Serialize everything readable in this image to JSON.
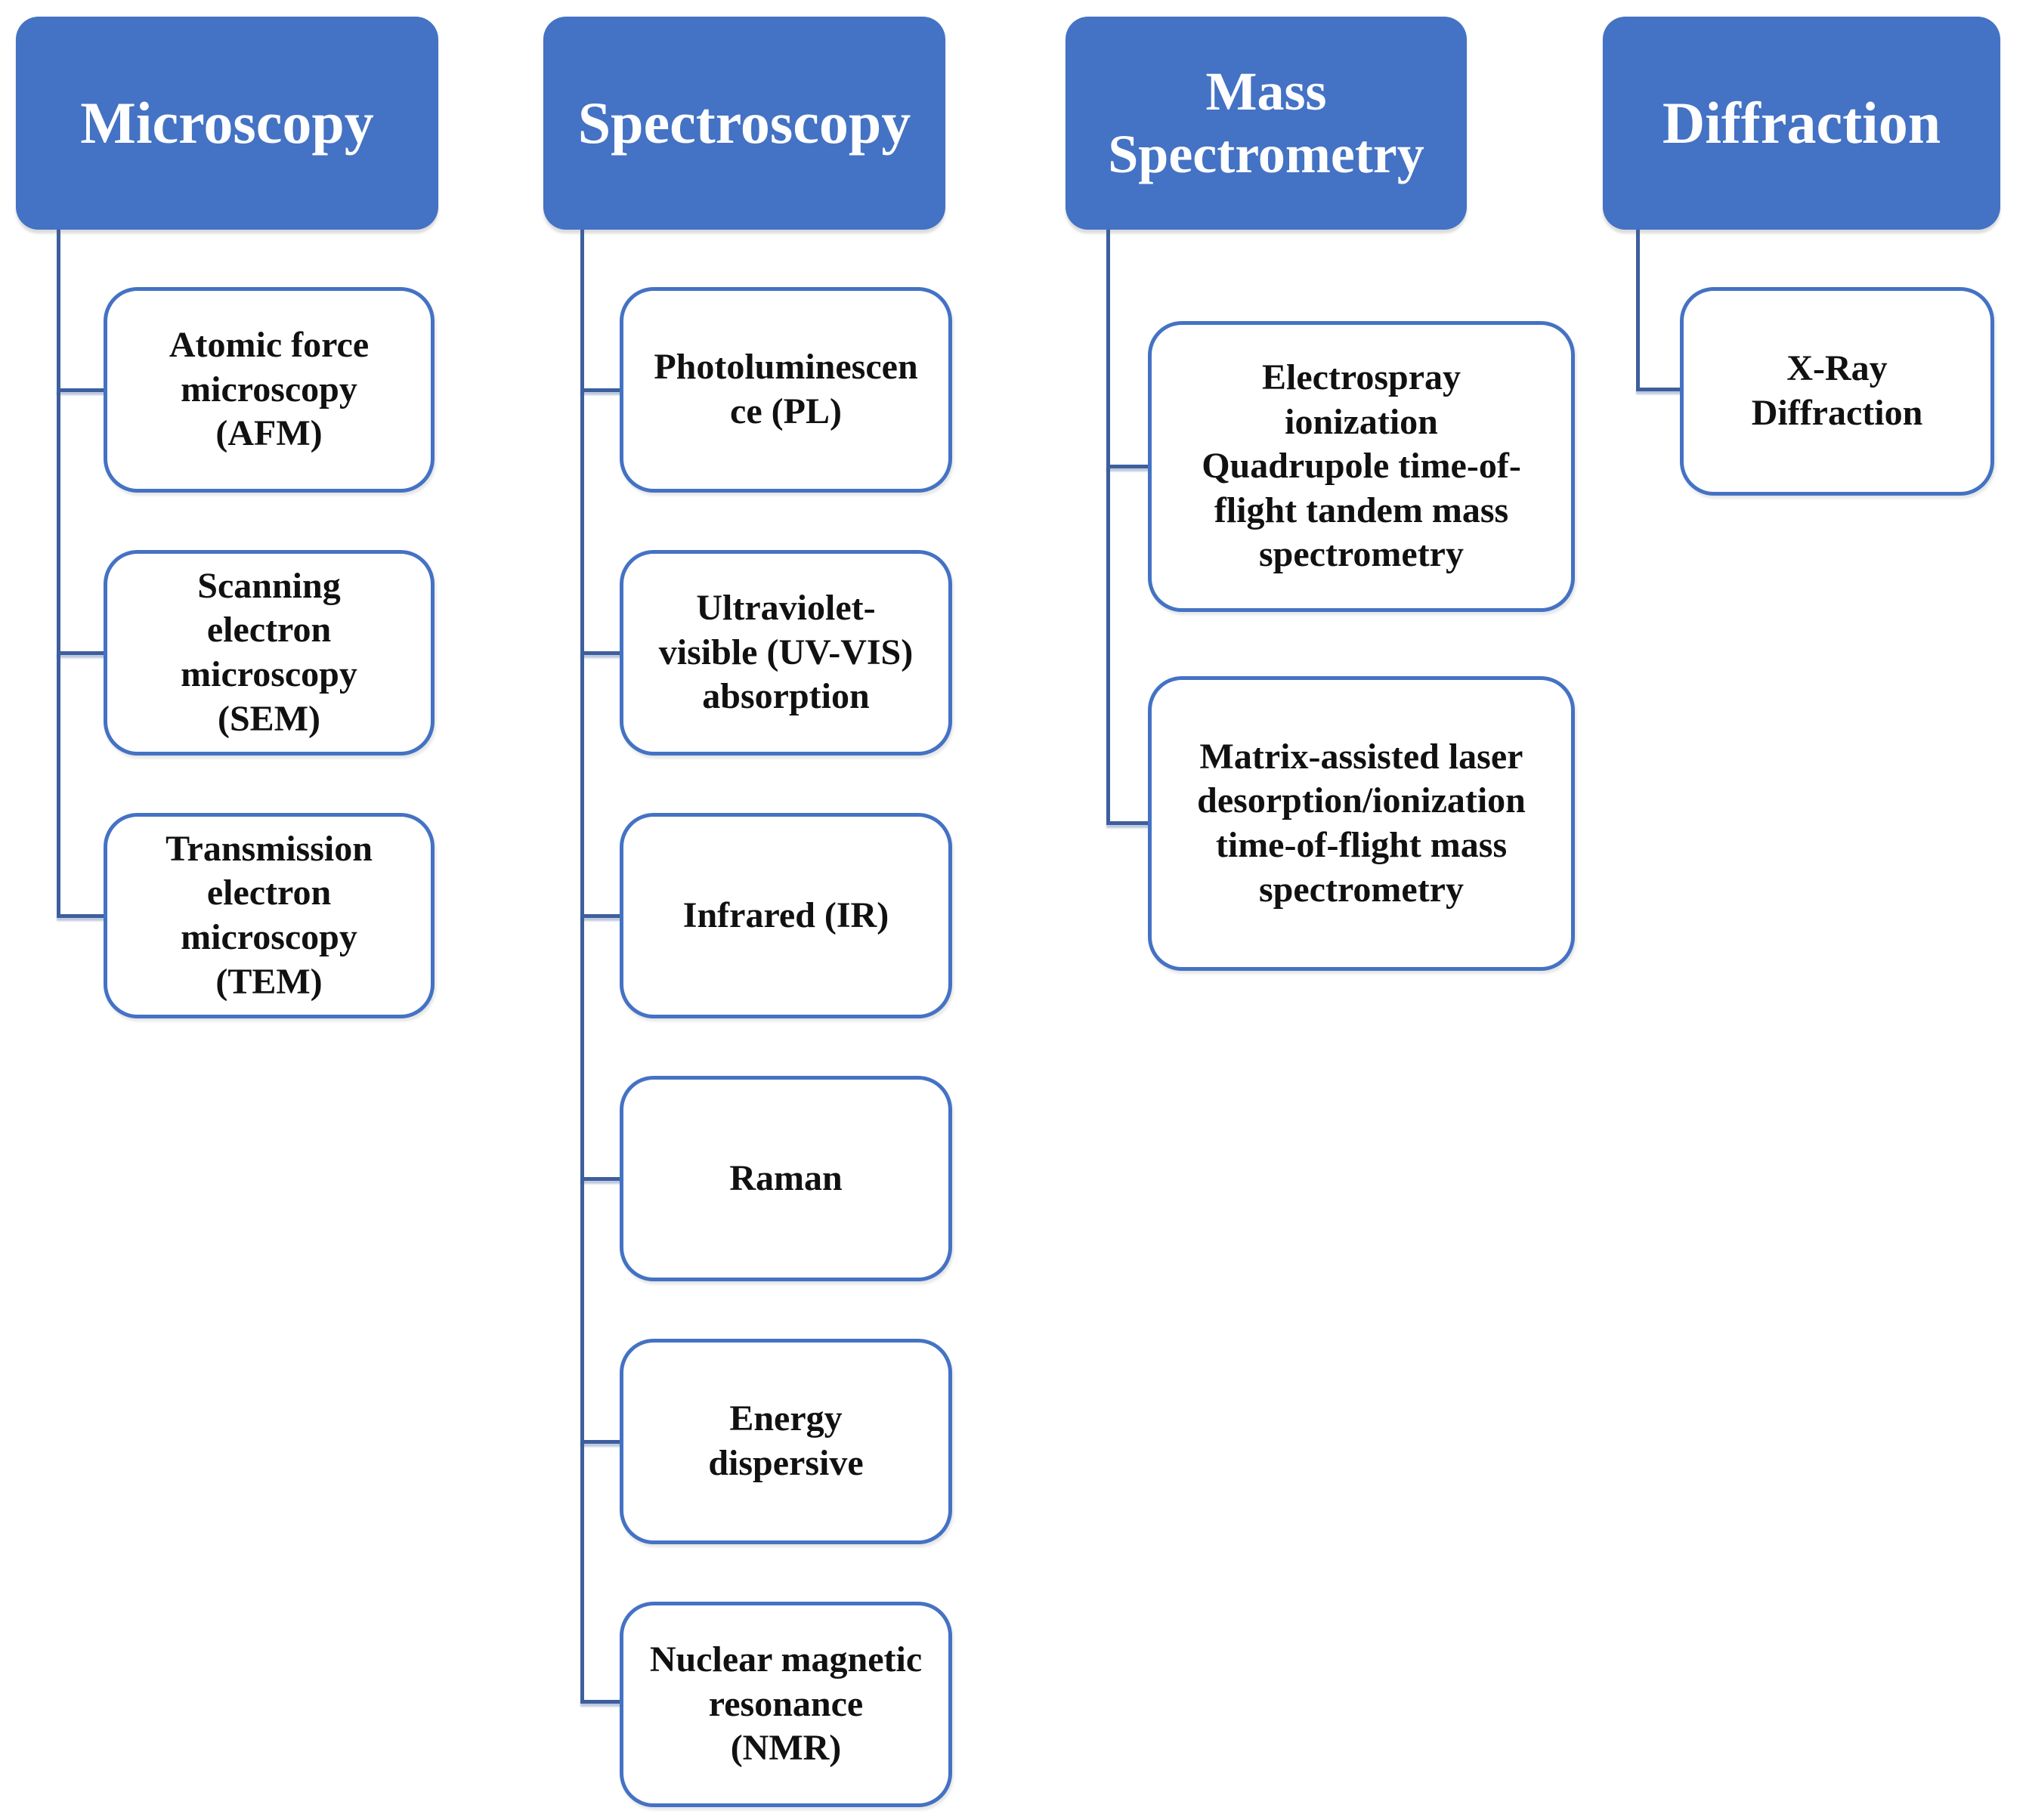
{
  "colors": {
    "header_fill": "#4472C4",
    "header_text": "#ffffff",
    "box_border": "#4472C4",
    "box_fill": "#ffffff",
    "box_text": "#111111",
    "connector": "#3E5F9E",
    "canvas_bg": "#ffffff"
  },
  "diagram": {
    "type": "hierarchy",
    "columns": [
      {
        "header": {
          "label": "Microscopy"
        },
        "children": [
          {
            "label": "Atomic force\nmicroscopy\n(AFM)"
          },
          {
            "label": "Scanning\nelectron\nmicroscopy\n(SEM)"
          },
          {
            "label": "Transmission\nelectron\nmicroscopy\n(TEM)"
          }
        ]
      },
      {
        "header": {
          "label": "Spectroscopy"
        },
        "children": [
          {
            "label": "Photoluminescen\nce (PL)"
          },
          {
            "label": "Ultraviolet-\nvisible (UV-VIS)\nabsorption"
          },
          {
            "label": "Infrared (IR)"
          },
          {
            "label": "Raman"
          },
          {
            "label": "Energy\ndispersive"
          },
          {
            "label": "Nuclear magnetic\nresonance\n(NMR)"
          }
        ]
      },
      {
        "header": {
          "label": "Mass\nSpectrometry"
        },
        "children": [
          {
            "label": "Electrospray\nionization\nQuadrupole time-of-\nflight tandem mass\nspectrometry"
          },
          {
            "label": "Matrix-assisted laser\ndesorption/ionization\ntime-of-flight mass\nspectrometry"
          }
        ]
      },
      {
        "header": {
          "label": "Diffraction"
        },
        "children": [
          {
            "label": "X-Ray\nDiffraction"
          }
        ]
      }
    ]
  }
}
